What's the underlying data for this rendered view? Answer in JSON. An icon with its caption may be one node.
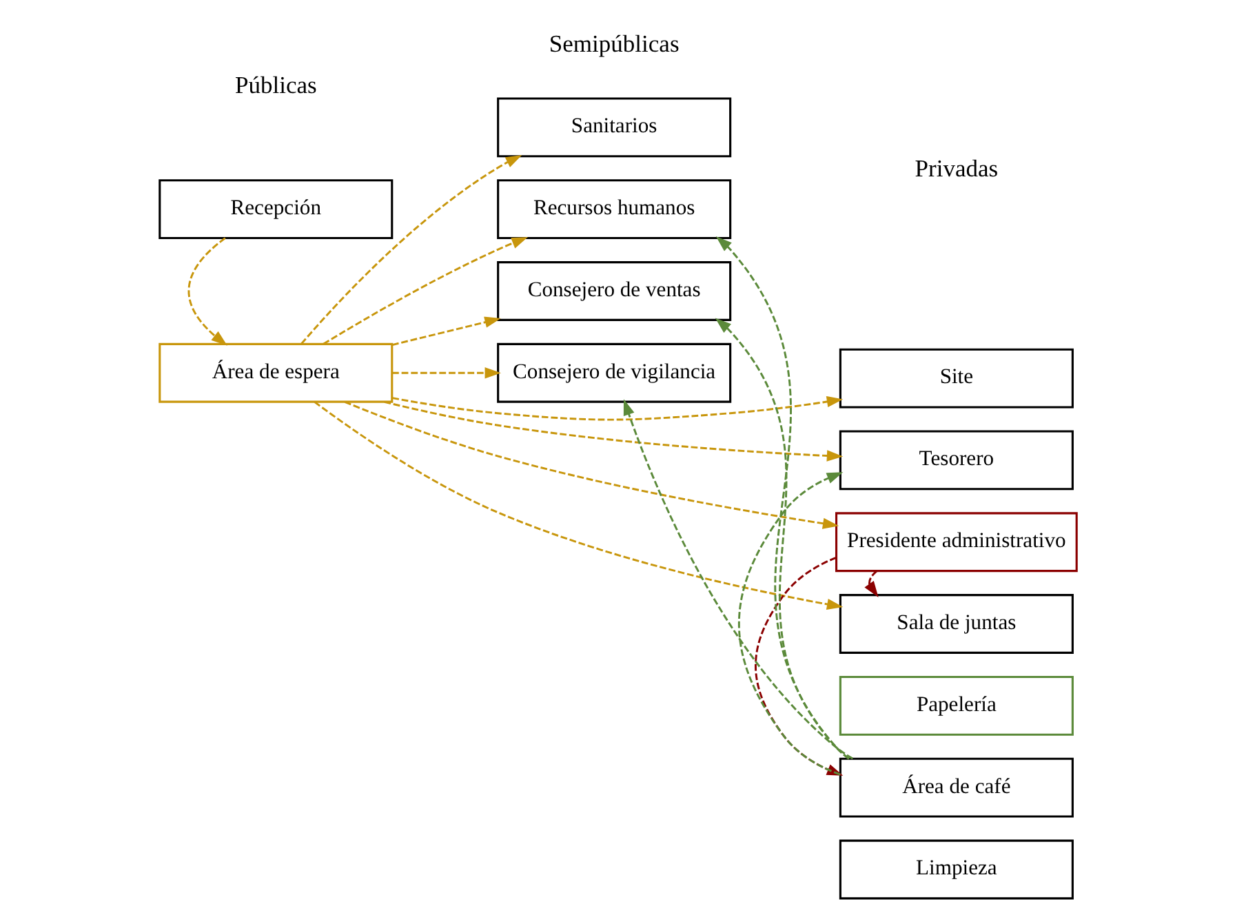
{
  "diagram": {
    "nodes": [
      {
        "text": [
          "Recepción"
        ]
      },
      {
        "text": [
          "Área de espera"
        ]
      },
      {
        "text": [
          "Sanitarios"
        ]
      },
      {
        "text": [
          "Recursos humanos"
        ]
      },
      {
        "text": [
          "Consejero de ventas"
        ]
      },
      {
        "text": [
          "Consejero de vigilancia"
        ]
      },
      {
        "text": [
          "Site"
        ]
      },
      {
        "text": [
          "Tesorero"
        ]
      },
      {
        "text": [
          "Presidente administrativo"
        ]
      },
      {
        "text": [
          "Sala de juntas"
        ]
      },
      {
        "text": [
          "Papelería"
        ]
      },
      {
        "text": [
          "Área de café"
        ]
      },
      {
        "text": [
          "Limpieza"
        ]
      }
    ],
    "edges": [
      {
        "from": 0,
        "to": 1,
        "arrow": "to",
        "style": "dashed"
      },
      {
        "from": 1,
        "to": 2,
        "arrow": "to",
        "style": "dashed"
      },
      {
        "from": 1,
        "to": 3,
        "arrow": "to",
        "style": "dashed"
      },
      {
        "from": 1,
        "to": 4,
        "arrow": "to",
        "style": "dashed"
      },
      {
        "from": 1,
        "to": 5,
        "arrow": "to",
        "style": "dashed"
      },
      {
        "from": 1,
        "to": 6,
        "arrow": "to",
        "style": "dashed"
      },
      {
        "from": 1,
        "to": 7,
        "arrow": "to",
        "style": "dashed"
      },
      {
        "from": 1,
        "to": 8,
        "arrow": "to",
        "style": "dashed"
      },
      {
        "from": 1,
        "to": 9,
        "arrow": "to",
        "style": "dashed"
      },
      {
        "from": 11,
        "to": 3,
        "arrow": "to",
        "style": "dashed",
        "color": "#5b8a3a"
      },
      {
        "from": 11,
        "to": 7,
        "arrow": "to",
        "style": "dashed",
        "color": "#5b8a3a"
      },
      {
        "from": 11,
        "to": 4,
        "arrow": "to",
        "style": "dashed",
        "color": "#5b8a3a"
      },
      {
        "from": 11,
        "to": 5,
        "arrow": "to",
        "style": "dashed",
        "color": "#5b8a3a"
      },
      {
        "from": 8,
        "to": 9,
        "arrow": "to",
        "style": "dashed",
        "color": "#8b0000"
      },
      {
        "from": 8,
        "to": 11,
        "arrow": "to",
        "style": "dashed",
        "color": "#8b0000"
      }
    ],
    "labels": [
      "Públicas",
      "Semipúblicas",
      "Privadas"
    ]
  }
}
